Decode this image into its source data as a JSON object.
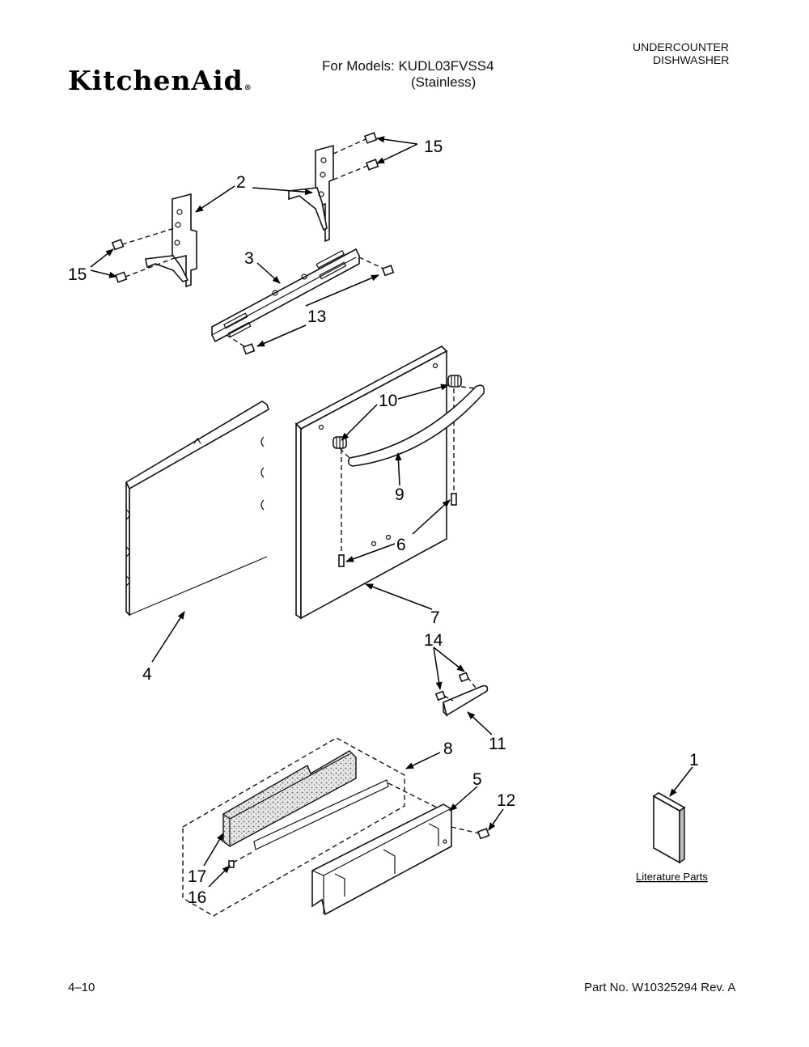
{
  "header": {
    "brand": "KitchenAid",
    "brand_mark": "®",
    "models_line1": "For Models: KUDL03FVSS4",
    "models_line2": "(Stainless)",
    "product_line1": "UNDERCOUNTER",
    "product_line2": "DISHWASHER"
  },
  "callouts": {
    "c1": "1",
    "c2": "2",
    "c3": "3",
    "c4": "4",
    "c5": "5",
    "c6": "6",
    "c7": "7",
    "c8": "8",
    "c9": "9",
    "c10": "10",
    "c11": "11",
    "c12": "12",
    "c13": "13",
    "c14": "14",
    "c15a": "15",
    "c15b": "15",
    "c16": "16",
    "c17": "17"
  },
  "literature_label": "Literature Parts",
  "footer": {
    "page_number": "4–10",
    "part_number": "Part No. W10325294 Rev. A"
  }
}
